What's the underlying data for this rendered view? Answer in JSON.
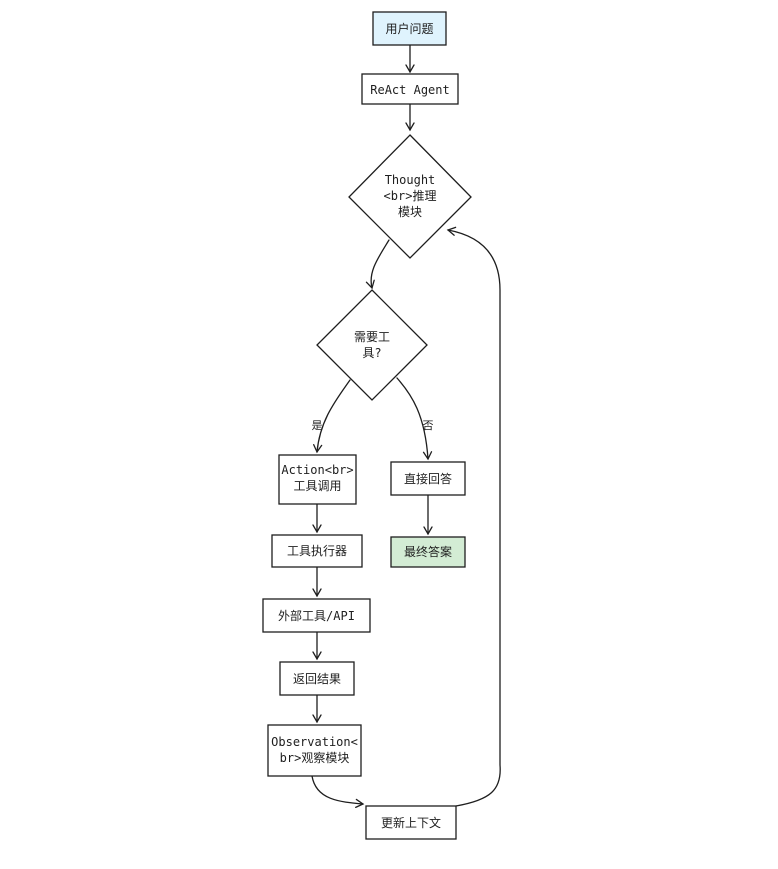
{
  "colors": {
    "stroke": "#1e1e1e",
    "start_fill": "#dff3fd",
    "end_fill": "#d3ecd4",
    "default_fill": "#ffffff"
  },
  "nodes": {
    "user_question": {
      "line1": "用户问题"
    },
    "react_agent": {
      "line1": "ReAct Agent"
    },
    "thought": {
      "line1": "Thought",
      "line2": "<br>推理",
      "line3": "模块"
    },
    "need_tool": {
      "line1": "需要工",
      "line2": "具?"
    },
    "action": {
      "line1": "Action<br>",
      "line2": "工具调用"
    },
    "tool_executor": {
      "line1": "工具执行器"
    },
    "external_tool": {
      "line1": "外部工具/API"
    },
    "return_result": {
      "line1": "返回结果"
    },
    "observation": {
      "line1": "Observation<",
      "line2": "br>观察模块"
    },
    "update_context": {
      "line1": "更新上下文"
    },
    "direct_answer": {
      "line1": "直接回答"
    },
    "final_answer": {
      "line1": "最终答案"
    }
  },
  "edges": {
    "yes_label": "是",
    "no_label": "否"
  }
}
